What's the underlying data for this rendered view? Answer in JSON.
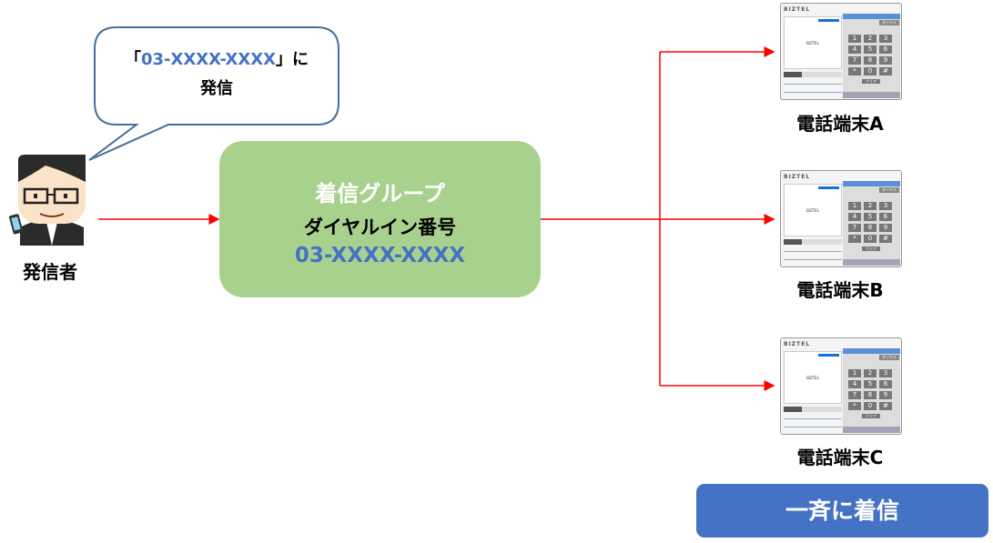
{
  "bubble": {
    "quote_open": "「",
    "number": "03-XXXX-XXXX",
    "quote_close": "」に",
    "line2": "発信"
  },
  "caller": {
    "label": "発信者"
  },
  "group": {
    "title": "着信グループ",
    "subtitle": "ダイヤルイン番号",
    "number": "03-XXXX-XXXX"
  },
  "phone_ui": {
    "logo": "BIZTEL",
    "name": "BIZTEL",
    "tab": "ダイヤル",
    "keys": [
      "1",
      "2",
      "3",
      "4",
      "5",
      "6",
      "7",
      "8",
      "9",
      "*",
      "0",
      "#"
    ],
    "clear": "クリア"
  },
  "terminals": [
    {
      "label": "電話端末A"
    },
    {
      "label": "電話端末B"
    },
    {
      "label": "電話端末C"
    }
  ],
  "action": {
    "label": "一斉に着信"
  },
  "colors": {
    "arrow": "#ff0000",
    "group": "#a9d18e",
    "accent": "#4472c4",
    "bubble_border": "#41719c"
  }
}
